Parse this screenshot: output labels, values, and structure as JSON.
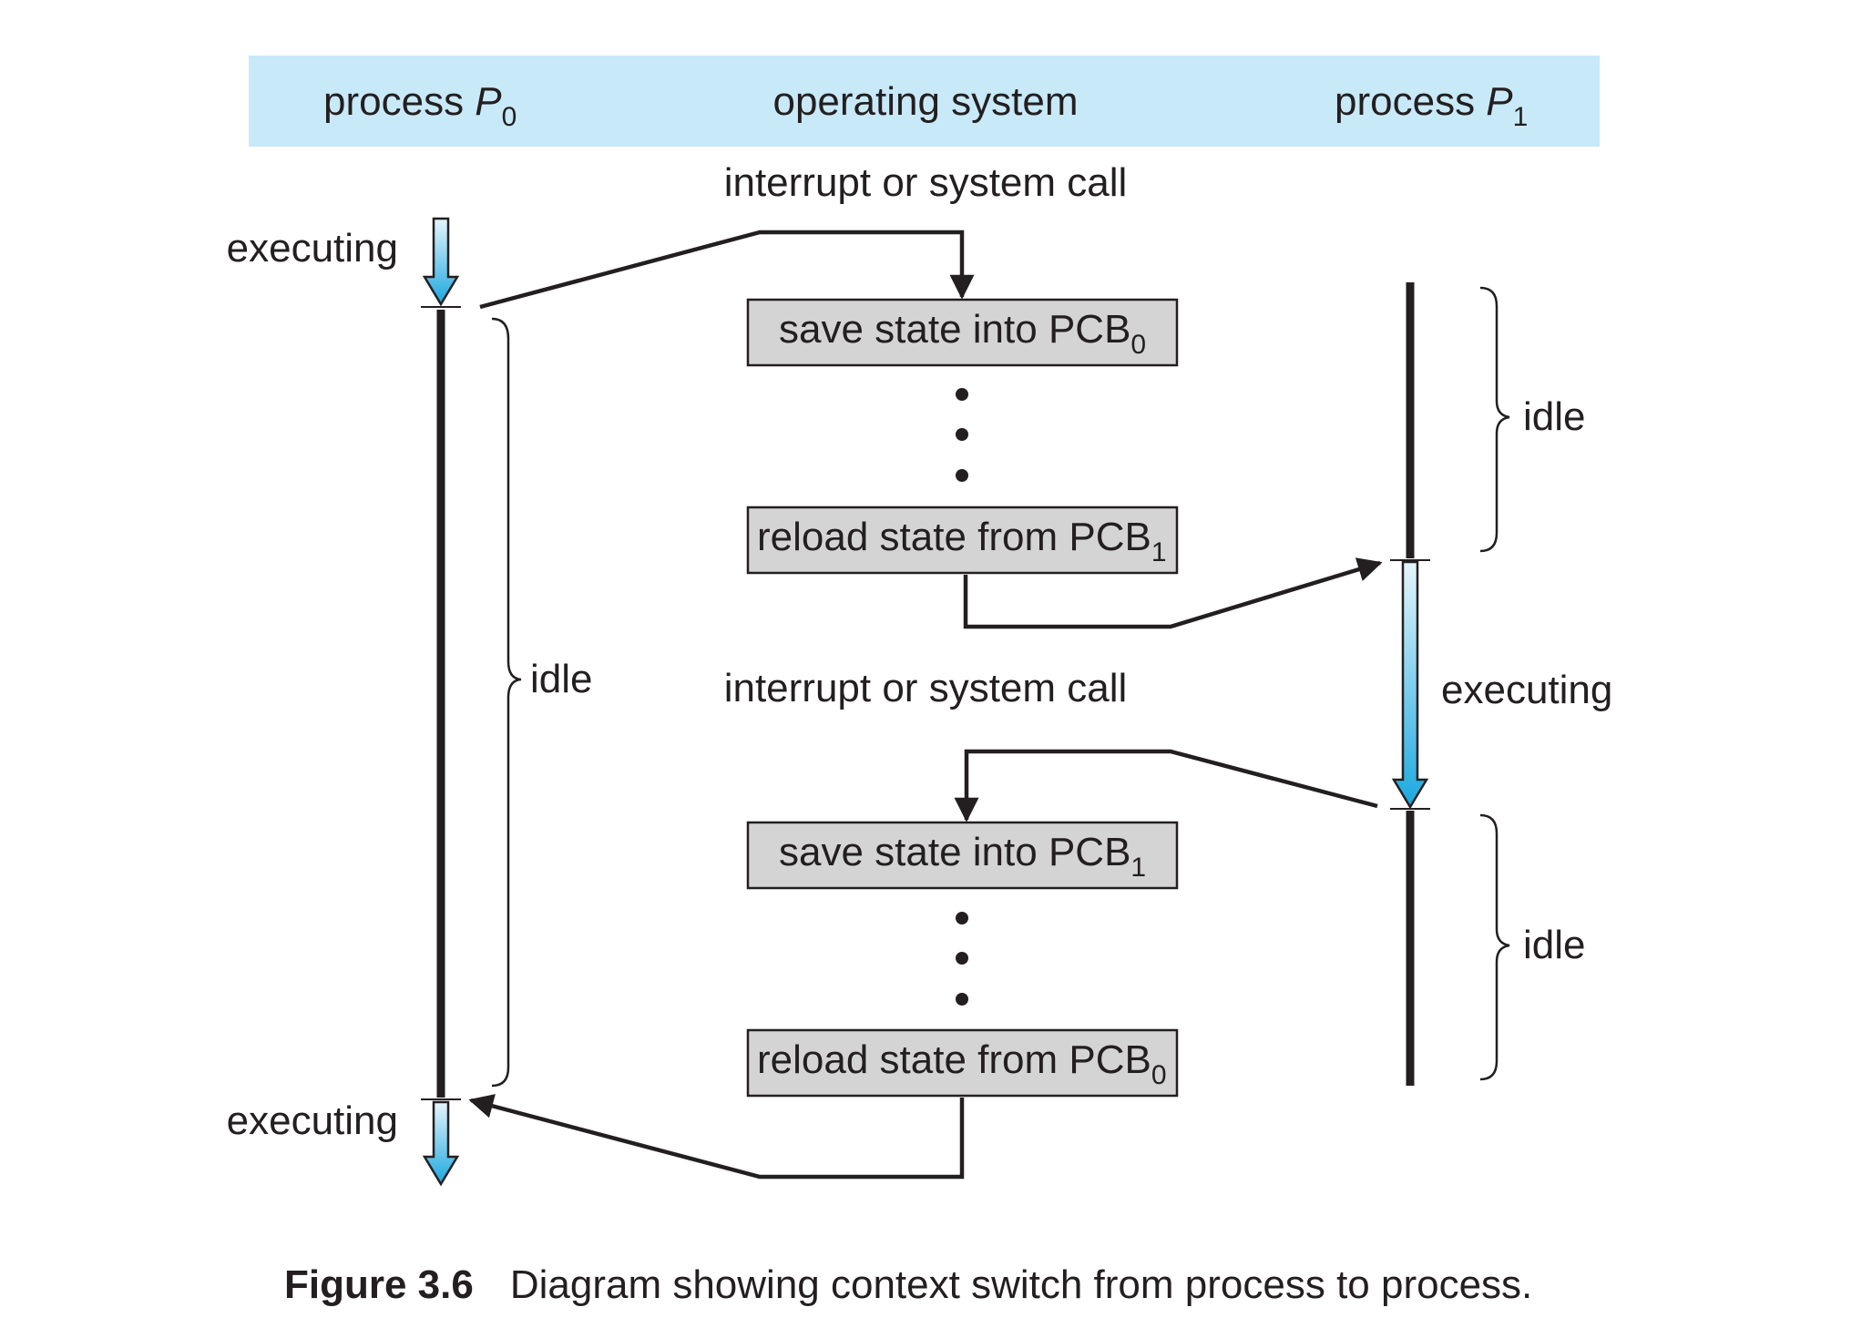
{
  "header": {
    "col_p0": {
      "text": "process ",
      "italic": "P",
      "sub": "0"
    },
    "col_os": "operating system",
    "col_p1": {
      "text": "process ",
      "italic": "P",
      "sub": "1"
    }
  },
  "labels": {
    "interrupt_top": "interrupt or system call",
    "interrupt_mid": "interrupt or system call",
    "p0_executing_top": "executing",
    "p0_executing_bottom": "executing",
    "p0_idle": "idle",
    "p1_idle_top": "idle",
    "p1_executing": "executing",
    "p1_idle_bottom": "idle"
  },
  "boxes": {
    "save_pcb0": {
      "text": "save state into PCB",
      "sub": "0"
    },
    "reload_pcb1": {
      "text": "reload state from PCB",
      "sub": "1"
    },
    "save_pcb1": {
      "text": "save state into PCB",
      "sub": "1"
    },
    "reload_pcb0": {
      "text": "reload state from PCB",
      "sub": "0"
    }
  },
  "caption": {
    "figure": "Figure 3.6",
    "text": "Diagram showing context switch from process to process."
  },
  "colors": {
    "header_bg": "#c8e9f8",
    "box_fill": "#d4d4d4",
    "arrow_light": "#e6f5fc",
    "arrow_dark": "#1aa8df",
    "ink": "#231f20"
  }
}
